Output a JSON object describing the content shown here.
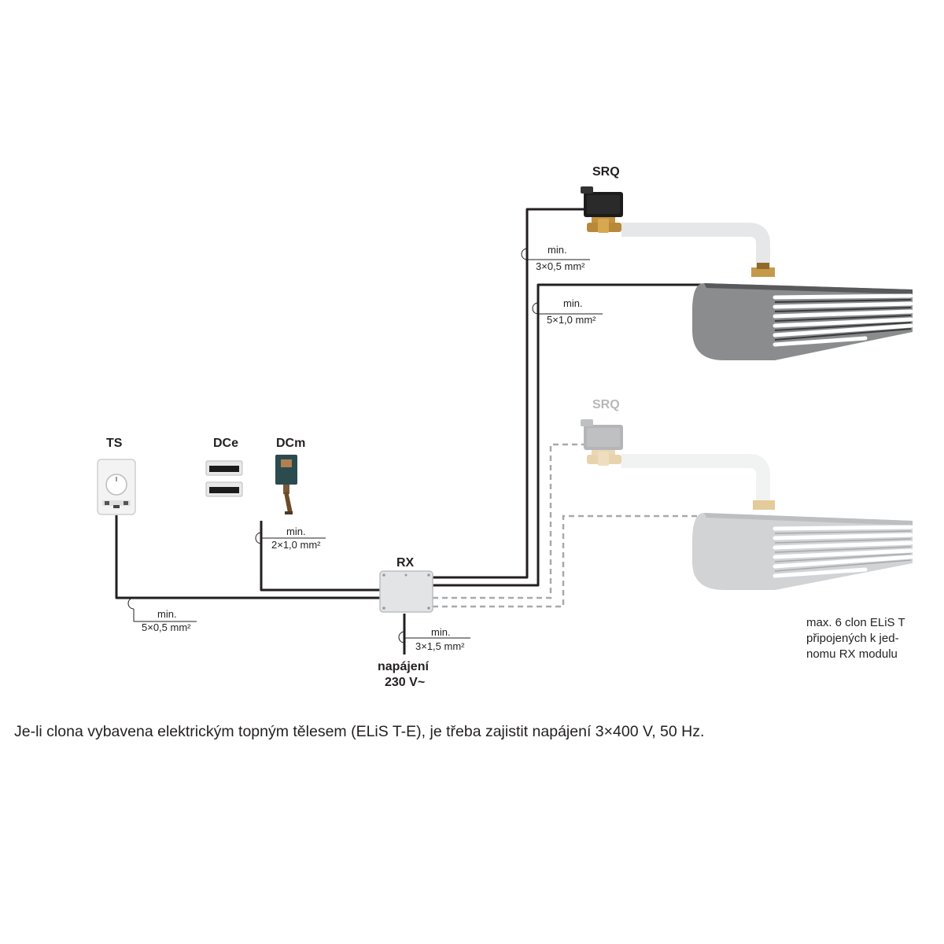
{
  "components": {
    "srq_active": "SRQ",
    "srq_optional": "SRQ",
    "ts": "TS",
    "dce": "DCe",
    "dcm": "DCm",
    "rx": "RX"
  },
  "cables": {
    "srq": {
      "min": "min.",
      "spec": "3×0,5 mm²"
    },
    "curtain": {
      "min": "min.",
      "spec": "5×1,0 mm²"
    },
    "dcm": {
      "min": "min.",
      "spec": "2×1,0 mm²"
    },
    "ts": {
      "min": "min.",
      "spec": "5×0,5 mm²"
    },
    "power": {
      "min": "min.",
      "spec": "3×1,5 mm²"
    }
  },
  "power": {
    "line1": "napájení",
    "line2": "230 V~"
  },
  "note": [
    "max. 6 clon ELiS T",
    "připojených k jed-",
    "nomu RX modulu"
  ],
  "footnote": "Je-li clona vybavena elektrickým topným tělesem (ELiS T-E), je třeba zajistit napájení 3×400 V, 50 Hz.",
  "colors": {
    "cable": "#231f20",
    "optional_cable": "#a7a9ac",
    "curtain_active": "#8a8c8e",
    "curtain_optional": "#d1d3d4",
    "pipe": "#e6e7e8"
  }
}
